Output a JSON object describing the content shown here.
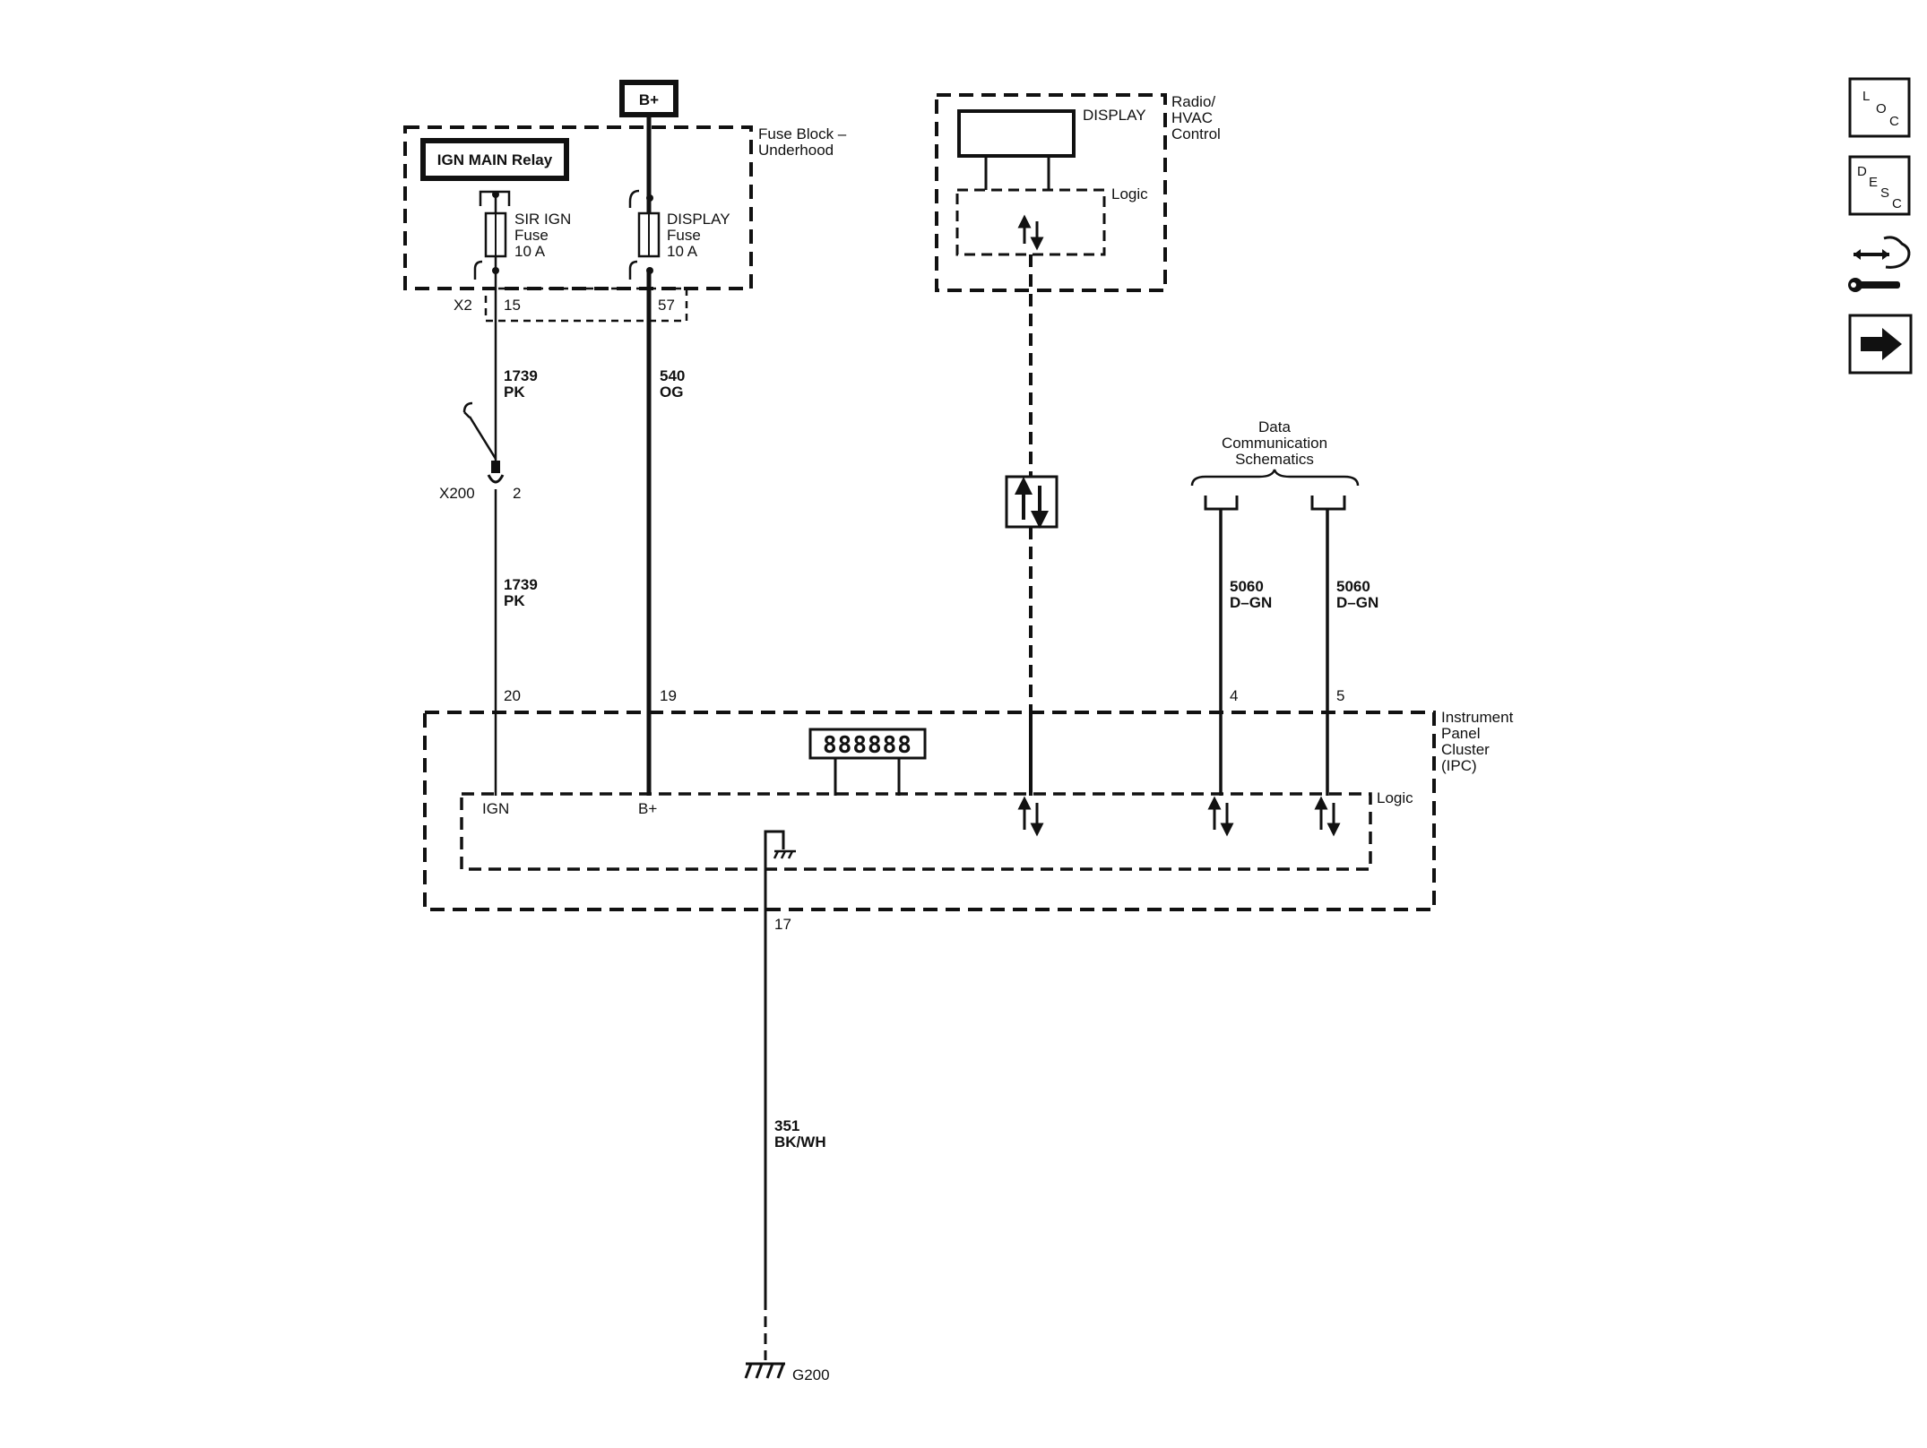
{
  "power": {
    "bplus_top": "B+"
  },
  "fuse_block": {
    "title_line1": "Fuse Block –",
    "title_line2": "Underhood",
    "relay": "IGN MAIN Relay",
    "sir_fuse": {
      "line1": "SIR IGN",
      "line2": "Fuse",
      "line3": "10 A"
    },
    "display_fuse": {
      "line1": "DISPLAY",
      "line2": "Fuse",
      "line3": "10 A"
    },
    "connector": "X2",
    "pin_sir": "15",
    "pin_display": "57"
  },
  "wires": {
    "pk_upper": {
      "circuit": "1739",
      "color": "PK"
    },
    "og": {
      "circuit": "540",
      "color": "OG"
    },
    "pk_lower": {
      "circuit": "1739",
      "color": "PK"
    },
    "dgn_left": {
      "circuit": "5060",
      "color": "D–GN"
    },
    "dgn_right": {
      "circuit": "5060",
      "color": "D–GN"
    },
    "ground": {
      "circuit": "351",
      "color": "BK/WH"
    }
  },
  "inline_connector": {
    "name": "X200",
    "pin": "2"
  },
  "radio": {
    "title_line1": "Radio/",
    "title_line2": "HVAC",
    "title_line3": "Control",
    "display": "DISPLAY",
    "logic": "Logic"
  },
  "data_comm": {
    "line1": "Data",
    "line2": "Communication",
    "line3": "Schematics"
  },
  "ipc": {
    "title_line1": "Instrument",
    "title_line2": "Panel",
    "title_line3": "Cluster",
    "title_line4": "(IPC)",
    "logic": "Logic",
    "display_digits": "888888",
    "pins": {
      "ign": "20",
      "bplus": "19",
      "data_a": "4",
      "data_b": "5",
      "ground": "17"
    },
    "term_ign": "IGN",
    "term_bplus": "B+"
  },
  "ground_point": "G200",
  "nav": {
    "loc": [
      "L",
      "O",
      "C"
    ],
    "desc": [
      "D",
      "E",
      "S",
      "C"
    ],
    "connector_icon": "connector-repair-icon",
    "next_icon": "right-arrow-icon"
  }
}
